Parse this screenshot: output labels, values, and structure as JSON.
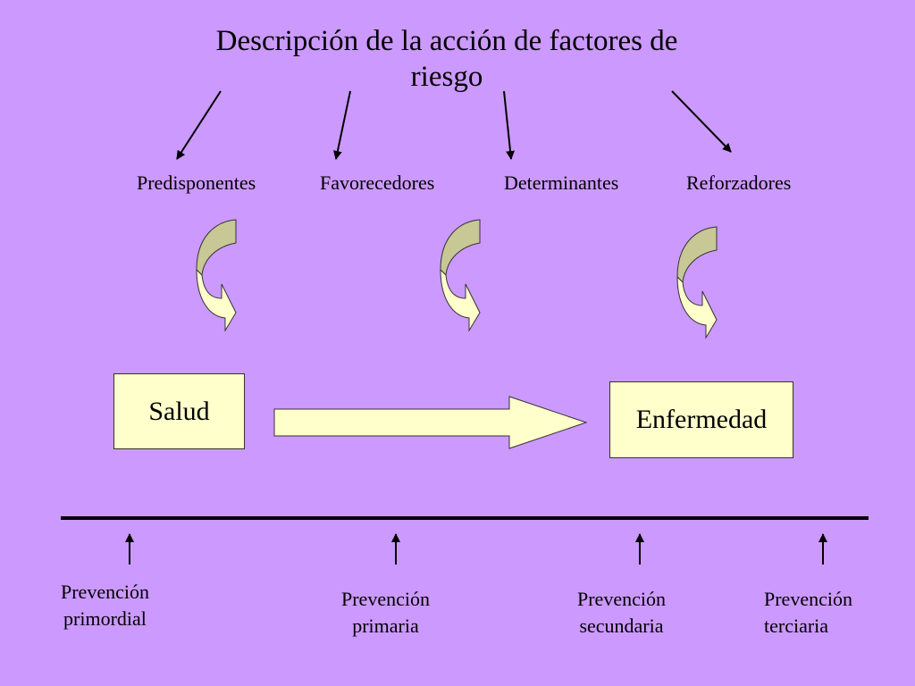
{
  "title_line1": "Descripción de la acción de factores de",
  "title_line2": "riesgo",
  "factors": [
    "Predisponentes",
    "Favorecedores",
    "Determinantes",
    "Reforzadores"
  ],
  "boxes": {
    "start": "Salud",
    "end": "Enfermedad"
  },
  "prevention": [
    {
      "line1": "Prevención",
      "line2": "primordial"
    },
    {
      "line1": "Prevención",
      "line2": "primaria"
    },
    {
      "line1": "Prevención",
      "line2": "secundaria"
    },
    {
      "line1": "Prevención",
      "line2": "terciaria"
    }
  ],
  "colors": {
    "background": "#cc99ff",
    "box_fill": "#ffffcc",
    "curved_arrow_top": "#c8c896",
    "curved_arrow_bottom": "#ffffcc"
  }
}
